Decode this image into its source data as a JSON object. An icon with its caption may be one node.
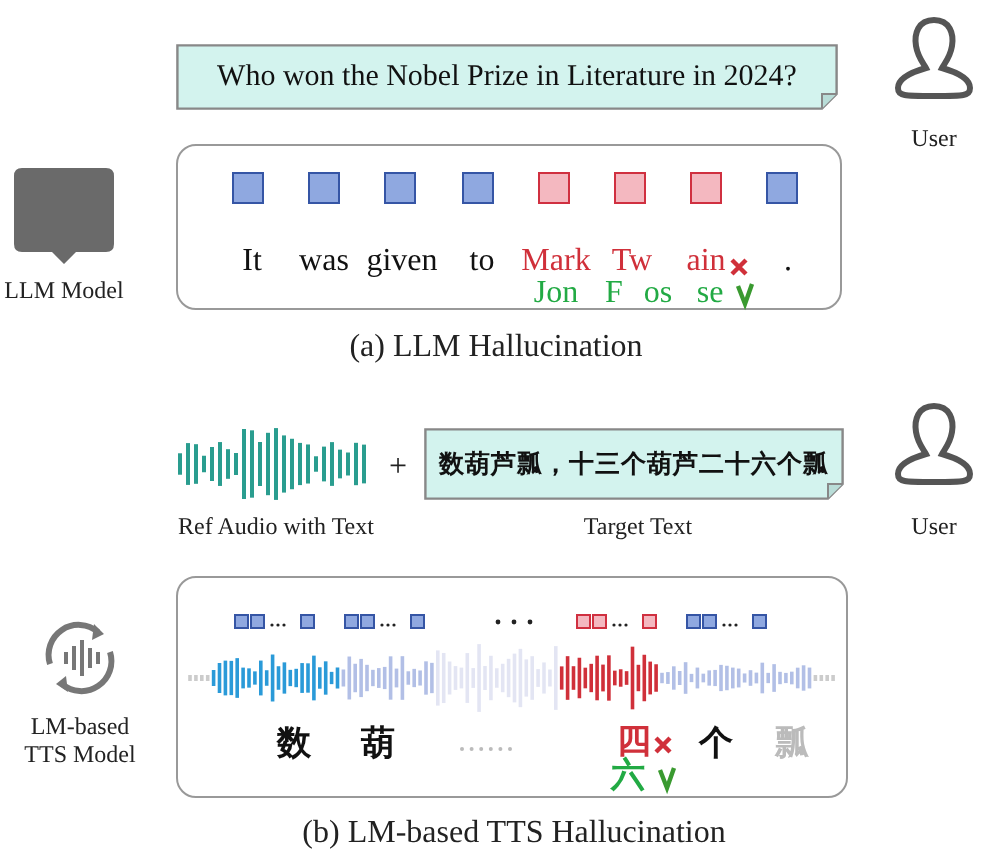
{
  "diagram": {
    "nodes": [
      {
        "text": [
          "Who won the Nobel Prize in Literature in 2024?"
        ]
      },
      {
        "text": [
          "It",
          "was",
          "given",
          "to",
          "Mark",
          "Tw",
          "ain",
          ".",
          "Jon",
          "F",
          "os",
          "se"
        ]
      },
      {
        "text": [
          "数葫芦瓢，十三个葫芦二十六个瓢"
        ]
      },
      {
        "text": [
          "数",
          "葫",
          "四",
          "个",
          "瓢",
          "六"
        ]
      }
    ],
    "edges": [],
    "labels": [
      "User",
      "LLM Model",
      "(a) LLM Hallucination",
      "+",
      "Ref Audio with Text",
      "Target Text",
      "User",
      "LM-based TTS Model",
      "(b) LM-based TTS Hallucination"
    ]
  }
}
